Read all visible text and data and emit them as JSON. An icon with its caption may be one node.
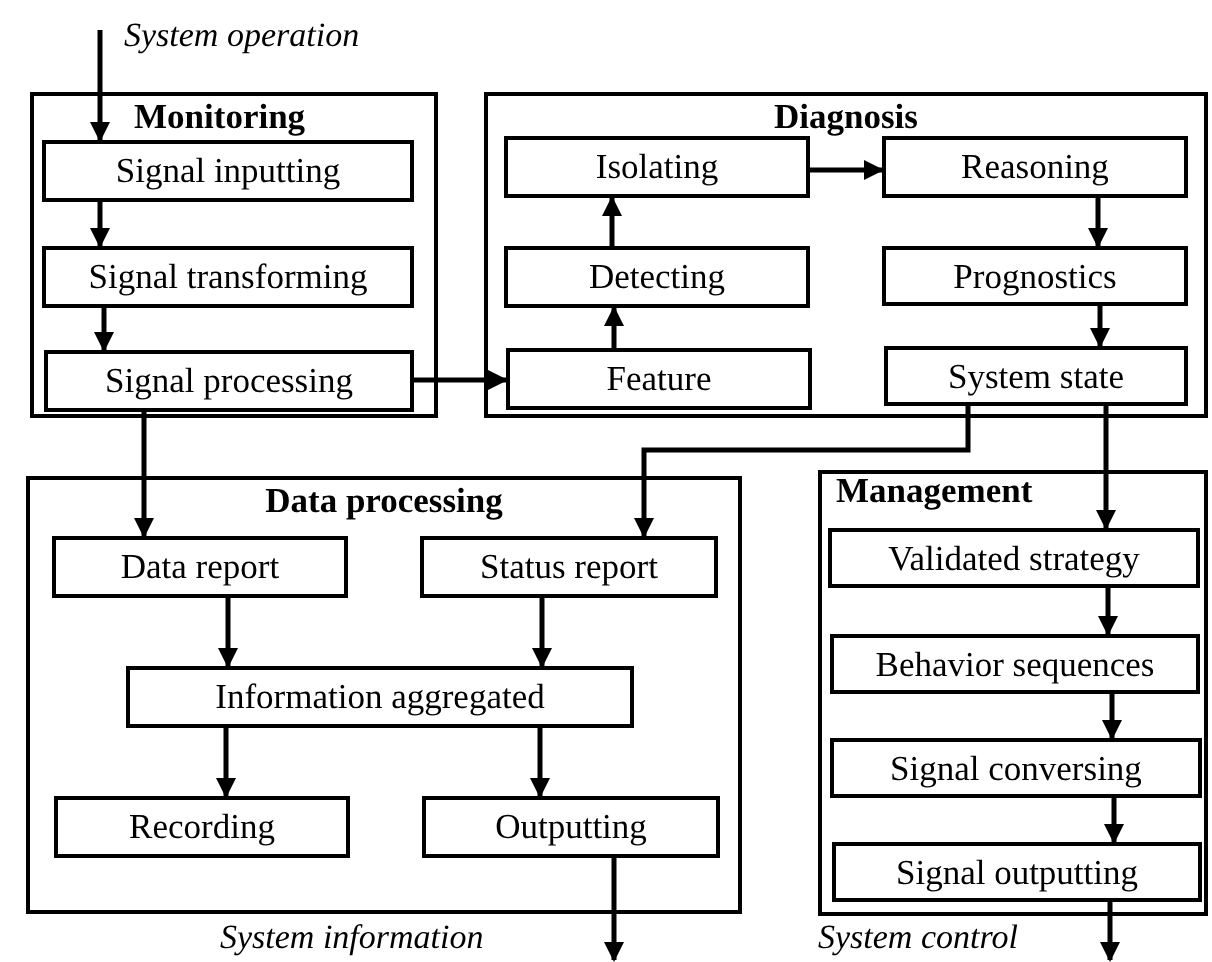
{
  "diagram": {
    "nodes": [
      {
        "text": [
          "Monitoring"
        ]
      },
      {
        "text": [
          "Signal inputting"
        ],
        "in": 0
      },
      {
        "text": [
          "Signal transforming"
        ],
        "in": 0
      },
      {
        "text": [
          "Signal processing"
        ],
        "in": 0
      },
      {
        "text": [
          "Diagnosis"
        ]
      },
      {
        "text": [
          "Isolating"
        ],
        "in": 4
      },
      {
        "text": [
          "Reasoning"
        ],
        "in": 4
      },
      {
        "text": [
          "Detecting"
        ],
        "in": 4
      },
      {
        "text": [
          "Prognostics"
        ],
        "in": 4
      },
      {
        "text": [
          "Feature"
        ],
        "in": 4
      },
      {
        "text": [
          "System state"
        ],
        "in": 4
      },
      {
        "text": [
          "Data processing"
        ]
      },
      {
        "text": [
          "Data report"
        ],
        "in": 11
      },
      {
        "text": [
          "Status report"
        ],
        "in": 11
      },
      {
        "text": [
          "Information aggregated"
        ],
        "in": 11
      },
      {
        "text": [
          "Recording"
        ],
        "in": 11
      },
      {
        "text": [
          "Outputting"
        ],
        "in": 11
      },
      {
        "text": [
          "Management"
        ]
      },
      {
        "text": [
          "Validated strategy"
        ],
        "in": 17
      },
      {
        "text": [
          "Behavior sequences"
        ],
        "in": 17
      },
      {
        "text": [
          "Signal conversing"
        ],
        "in": 17
      },
      {
        "text": [
          "Signal outputting"
        ],
        "in": 17
      }
    ],
    "edges": [
      {
        "from": null,
        "to": 1,
        "arrow": "to"
      },
      {
        "from": 1,
        "to": 2,
        "arrow": "to"
      },
      {
        "from": 2,
        "to": 3,
        "arrow": "to"
      },
      {
        "from": 3,
        "to": 9,
        "arrow": "to"
      },
      {
        "from": 9,
        "to": 7,
        "arrow": "to"
      },
      {
        "from": 7,
        "to": 5,
        "arrow": "to"
      },
      {
        "from": 5,
        "to": 6,
        "arrow": "to"
      },
      {
        "from": 6,
        "to": 8,
        "arrow": "to"
      },
      {
        "from": 8,
        "to": 10,
        "arrow": "to"
      },
      {
        "from": 3,
        "to": 12,
        "arrow": "to"
      },
      {
        "from": 10,
        "to": 13,
        "arrow": "to"
      },
      {
        "from": 10,
        "to": 18,
        "arrow": "to"
      },
      {
        "from": 12,
        "to": 14,
        "arrow": "to"
      },
      {
        "from": 13,
        "to": 14,
        "arrow": "to"
      },
      {
        "from": 14,
        "to": 15,
        "arrow": "to"
      },
      {
        "from": 14,
        "to": 16,
        "arrow": "to"
      },
      {
        "from": 16,
        "to": null,
        "arrow": "to"
      },
      {
        "from": 18,
        "to": 19,
        "arrow": "to"
      },
      {
        "from": 19,
        "to": 20,
        "arrow": "to"
      },
      {
        "from": 20,
        "to": 21,
        "arrow": "to"
      },
      {
        "from": 21,
        "to": null,
        "arrow": "to"
      }
    ],
    "labels": [
      "System operation",
      "System information",
      "System control"
    ]
  }
}
